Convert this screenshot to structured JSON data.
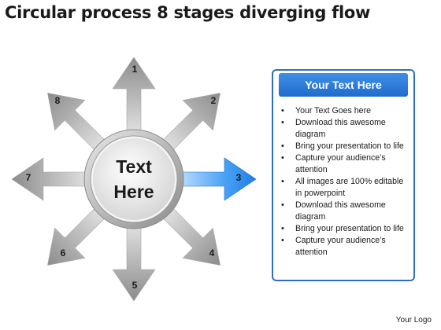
{
  "title": "Circular process 8 stages diverging flow",
  "center": {
    "line1": "Text",
    "line2": "Here"
  },
  "stages": [
    "1",
    "2",
    "3",
    "4",
    "5",
    "6",
    "7",
    "8"
  ],
  "highlighted_stage": "3",
  "colors": {
    "arrow": "#9a9a9a",
    "highlight": "#2f8ff0",
    "panel_border": "#2f6fc0"
  },
  "panel": {
    "header": "Your Text Here",
    "bullets": [
      "Your Text Goes here",
      "Download this awesome diagram",
      "Bring your presentation to life",
      "Capture your audience’s attention",
      "All images are 100% editable in powerpoint",
      "Download this awesome diagram",
      "Bring your presentation to life",
      "Capture your audience’s attention"
    ]
  },
  "logo": "Your Logo"
}
